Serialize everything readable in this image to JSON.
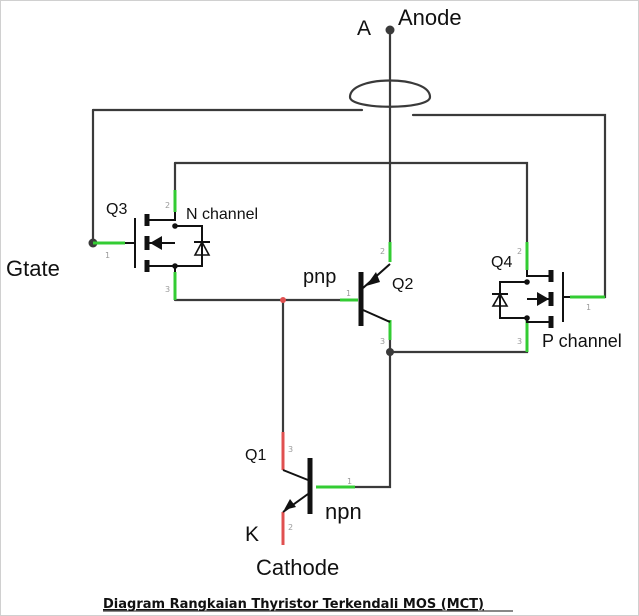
{
  "labels": {
    "anode_letter": "A",
    "anode": "Anode",
    "gate": "Gtate",
    "cathode_letter": "K",
    "cathode": "Cathode",
    "q1": "Q1",
    "q2": "Q2",
    "q3": "Q3",
    "q4": "Q4",
    "pnp": "pnp",
    "npn": "npn",
    "n_channel": "N channel",
    "p_channel": "P channel"
  },
  "pins": {
    "q3_drain": "2",
    "q3_gate": "1",
    "q3_source": "3",
    "q4_drain": "2",
    "q4_gate": "1",
    "q4_source": "3",
    "q2_emitter": "2",
    "q2_base": "1",
    "q2_collector": "3",
    "q1_collector": "3",
    "q1_base": "1",
    "q1_emitter": "2"
  },
  "caption": "Diagram Rangkaian Thyristor Terkendali MOS (MCT)",
  "colors": {
    "wire": "#3a3a3a",
    "pin_connected": "#33cc33",
    "pin_unconnected": "#e05050"
  }
}
